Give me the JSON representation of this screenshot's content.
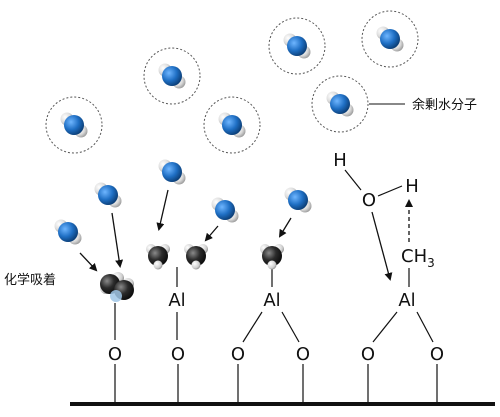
{
  "labels": {
    "chemisorption": "化学吸着",
    "excess_water": "余剰水分子"
  },
  "atoms": {
    "oxygen": "O",
    "aluminum": "Al",
    "hydrogen": "H",
    "methyl_base": "CH",
    "methyl_sub": "3"
  },
  "colors": {
    "water_oxygen": "#1f6fc4",
    "water_hydrogen": "#e6e6e6",
    "methyl_carbon": "#2b2b2b",
    "line": "#111111",
    "dashed_circle": "#555555"
  }
}
